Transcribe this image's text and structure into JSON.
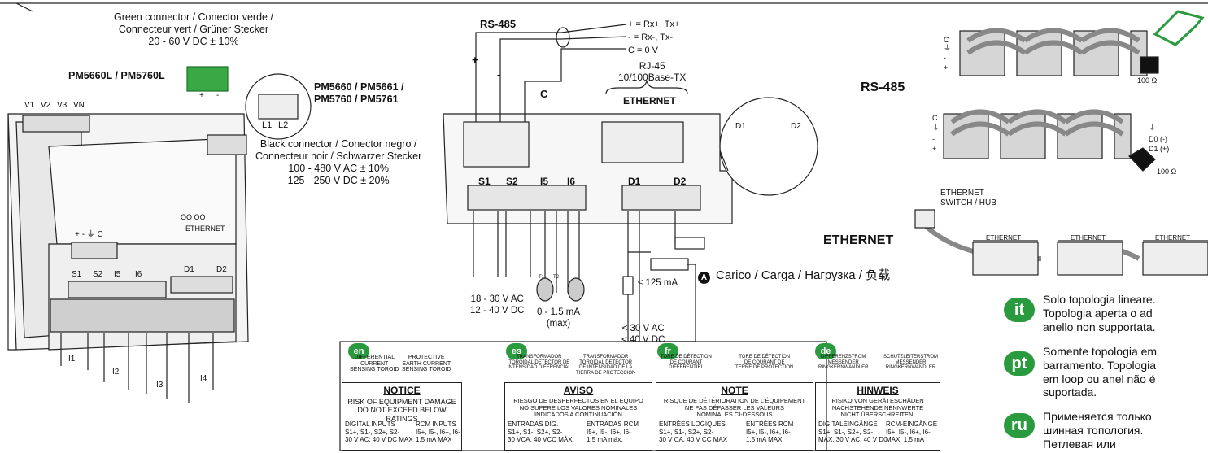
{
  "left": {
    "green_connector": "Green connector / Conector verde /\nConnecteur vert / Grüner Stecker\n20 - 60 V DC ± 10%",
    "model_l": "PM5660L / PM5760L",
    "model_std": "PM5660 / PM5661 /\nPM5760 / PM5761",
    "black_connector": "Black connector / Conector negro /\nConnecteur noir / Schwarzer Stecker\n100 - 480 V AC ± 10%\n125 - 250 V DC ± 20%",
    "plus": "+",
    "minus": "-",
    "l1": "L1",
    "l2": "L2",
    "voltage_terms": [
      "V1",
      "V2",
      "V3",
      "VN"
    ],
    "comm": "+ - ⏚ C",
    "ethernet": "ETHERNET",
    "oo": "OO   OO",
    "s_terms": [
      "S1",
      "S2",
      "I5",
      "I6"
    ],
    "d_terms": [
      "D1",
      "D2"
    ],
    "currents": [
      "I1",
      "I2",
      "I3",
      "I4"
    ]
  },
  "middle": {
    "rs485": "RS-485",
    "rx_plus": "+ = Rx+, Tx+",
    "rx_minus": "- = Rx-, Tx-",
    "c_zero": "C = 0 V",
    "plus": "+",
    "minus": "-",
    "c": "C",
    "rj45": "RJ-45\n10/100Base-TX",
    "ethernet": "ETHERNET",
    "io_labels": [
      "S1",
      "S2",
      "I5",
      "I6"
    ],
    "d_labels": [
      "D1",
      "D2"
    ],
    "zoom_d1": "D1",
    "zoom_d2": "D2",
    "ac_range": "18 - 30 V AC\n12 - 40 V DC",
    "ma_range": "0 - 1.5 mA\n(max)",
    "t1": "T1",
    "t2": "T2",
    "le125": "≤ 125 mA",
    "dc_range": "< 30 V AC\n< 40 V DC",
    "a_marker": "A",
    "load": "Carico / Carga / Нагрузка / 负载"
  },
  "notices": [
    {
      "lang": "en",
      "col_a": "DIFFERENTIAL\nCURRENT\nSENSING TOROID",
      "col_b": "PROTECTIVE\nEARTH CURRENT\nSENSING TOROID",
      "title": "NOTICE",
      "warning": "RISK OF EQUIPMENT DAMAGE\nDO NOT EXCEED BELOW RATINGS",
      "in_a": "DIGITAL INPUTS\nS1+, S1-, S2+, S2-\n30 V AC; 40 V DC MAX",
      "in_b": "RCM INPUTS\nI5+, I5-, I6+, I6-\n1.5 mA MAX"
    },
    {
      "lang": "es",
      "col_a": "TRANSFORMADOR\nTOROIDAL DETECTOR DE\nINTENSIDAD DIFERENCIAL",
      "col_b": "TRANSFORMADOR\nTOROIDAL DETECTOR\nDE INTENSIDAD DE LA\nTIERRA DE PROTECCIÓN",
      "title": "AVISO",
      "warning": "RIESGO DE DESPERFECTOS EN EL EQUIPO\nNO SUPERE LOS VALORES NOMINALES\nINDICADOS A CONTINUACIÓN",
      "in_a": "ENTRADAS DIG.\nS1+, S1-, S2+, S2-\n30 VCA, 40 VCC MÁX.",
      "in_b": "ENTRADAS RCM\nI5+, I5-, I6+, I6-\n1,5 mA máx."
    },
    {
      "lang": "fr",
      "col_a": "TORE DE DÉTECTION\nDE COURANT\nDIFFÉRENTIEL",
      "col_b": "TORE DE DÉTECTION\nDE COURANT DE\nTERRE DE PROTECTION",
      "title": "NOTE",
      "warning": "RISQUE DE DÉTÉRIORATION DE L'ÉQUIPEMENT\nNE PAS DÉPASSER LES VALEURS\nNOMINALES CI-DESSOUS",
      "in_a": "ENTRÉES LOGIQUES\nS1+, S1-, S2+, S2-\n30 V CA, 40 V CC MAX",
      "in_b": "ENTRÉES RCM\nI5+, I5-, I6+, I6-\n1,5 mA MAX"
    },
    {
      "lang": "de",
      "col_a": "DIFFERENZSTROM\nMESSENDER\nRINGKERNWANDLER",
      "col_b": "SCHUTZLEITERSTROM\nMESSENDER\nRINGKERNWANDLER",
      "title": "HINWEIS",
      "warning": "RISIKO VON GERÄTESCHÄDEN\nNACHSTEHENDE NENNWERTE\nNICHT ÜBERSCHREITEN:",
      "in_a": "DIGITALEINGÄNGE\nS1+, S1-, S2+, S2-\nMAX. 30 V AC, 40 V DC",
      "in_b": "RCM-EINGÄNGE\nI5+, I5-, I6+, I6-\nMAX. 1,5 mA"
    }
  ],
  "right": {
    "rs485": "RS-485",
    "c": "C",
    "sh": "⏚",
    "minus": "-",
    "plus": "+",
    "ohm": "100 Ω",
    "d0": "D0 (-)",
    "d1": "D1 (+)",
    "ethernet": "ETHERNET",
    "switch": "ETHERNET\nSWITCH / HUB",
    "eth_small": "ETHERNET",
    "notes": [
      {
        "lang": "it",
        "text": "Solo topologia lineare.\nTopologia aperta o ad\nanello non supportata."
      },
      {
        "lang": "pt",
        "text": "Somente topologia em\nbarramento. Topologia\nem loop ou anel não é\nsuportada."
      },
      {
        "lang": "ru",
        "text": "Применяется только\nшинная топология.\nПетлевая или"
      }
    ]
  }
}
